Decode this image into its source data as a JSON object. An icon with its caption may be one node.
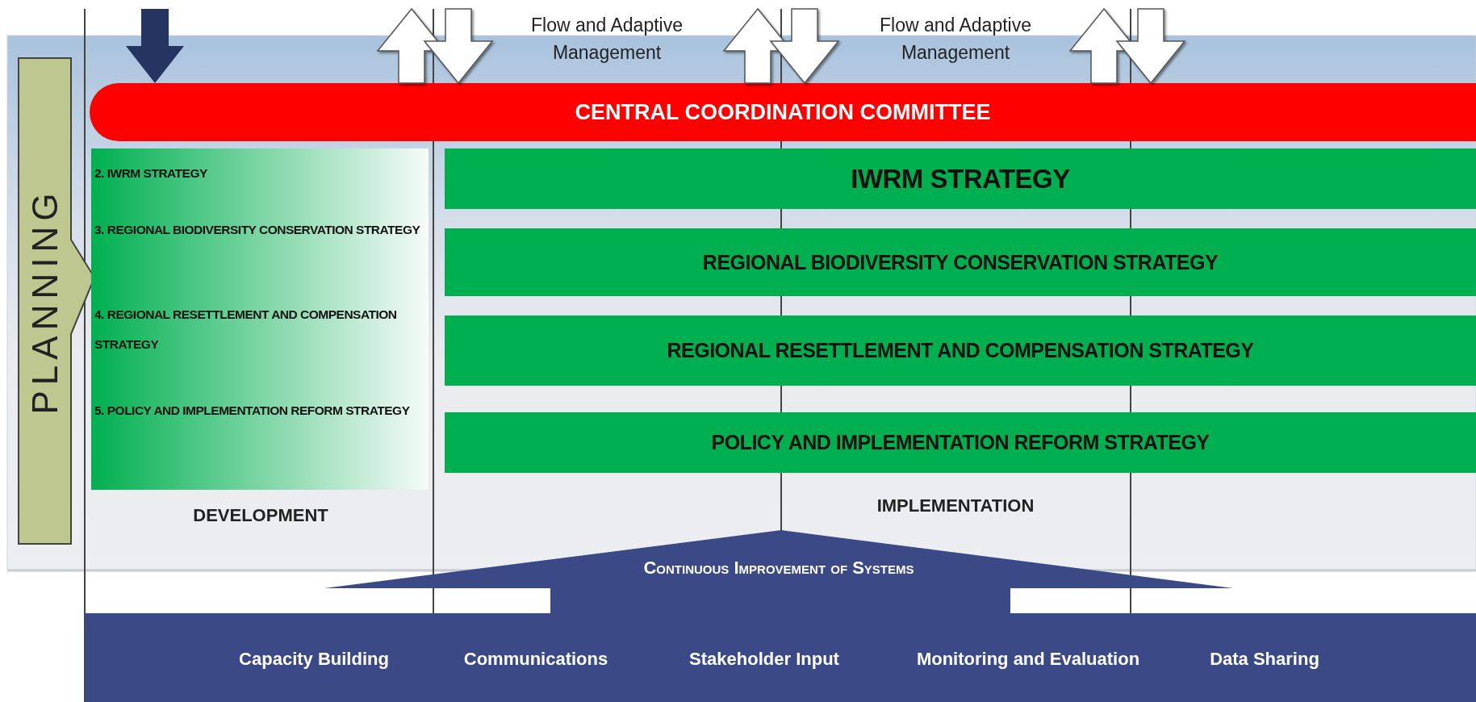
{
  "diagram": {
    "nodes": [
      {
        "text": [
          "PLANNING"
        ]
      },
      {
        "text": [
          "CENTRAL COORDINATION COMMITTEE"
        ]
      },
      {
        "text": [
          "2. IWRM STRATEGY",
          "3. REGIONAL BIODIVERSITY CONSERVATION STRATEGY",
          "4. REGIONAL RESETTLEMENT AND COMPENSATION STRATEGY",
          "5. POLICY AND IMPLEMENTATION REFORM STRATEGY"
        ]
      },
      {
        "text": [
          "IWRM STRATEGY"
        ]
      },
      {
        "text": [
          "REGIONAL BIODIVERSITY CONSERVATION STRATEGY"
        ]
      },
      {
        "text": [
          "REGIONAL RESETTLEMENT AND COMPENSATION STRATEGY"
        ]
      },
      {
        "text": [
          "POLICY AND IMPLEMENTATION REFORM STRATEGY"
        ]
      },
      {
        "text": [
          "Continuous Improvement of Systems"
        ]
      },
      {
        "text": [
          "Capacity Building",
          "Communications",
          "Stakeholder Input",
          "Monitoring and Evaluation",
          "Data Sharing"
        ]
      }
    ],
    "edges": [
      {
        "from": null,
        "to": 1,
        "arrow": "to",
        "color": "#253460"
      },
      {
        "from": 1,
        "to": null,
        "arrow": "to"
      },
      {
        "from": null,
        "to": 1,
        "arrow": "to"
      },
      {
        "from": 1,
        "to": null,
        "arrow": "to"
      },
      {
        "from": null,
        "to": 1,
        "arrow": "to"
      },
      {
        "from": 1,
        "to": null,
        "arrow": "to"
      },
      {
        "from": null,
        "to": 1,
        "arrow": "to"
      }
    ],
    "labels": [
      "Flow and Adaptive Management",
      "Flow and Adaptive Management",
      "DEVELOPMENT",
      "IMPLEMENTATION"
    ]
  }
}
